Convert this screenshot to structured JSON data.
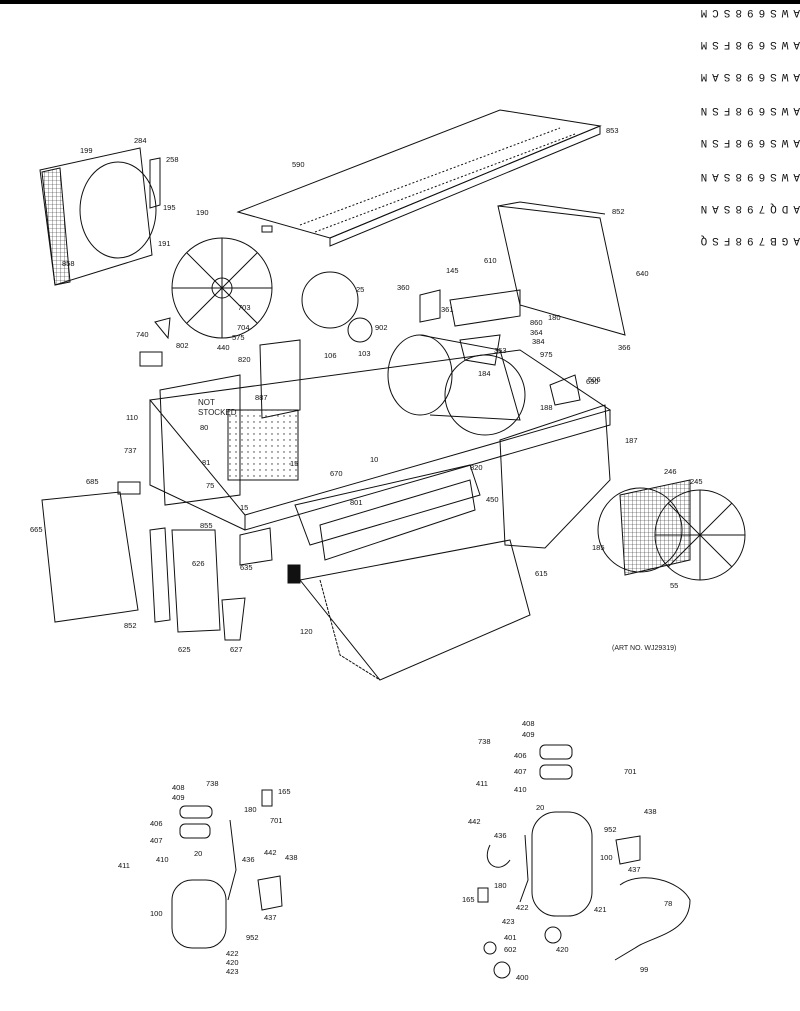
{
  "models": [
    "AWS698SCM",
    "AWS698FSM",
    "AWS698SAM",
    "AWS698FSN",
    "AWS698FSN",
    "AWS698SAN",
    "ADQ798SAN",
    "AGB798FSQ"
  ],
  "art_no": "(ART NO. WJ29319)",
  "note": [
    "NOT",
    "STOCKED"
  ],
  "callouts": {
    "c1": "853",
    "c2": "590",
    "c3": "284",
    "c4": "199",
    "c5": "258",
    "c6": "195",
    "c7": "858",
    "c8": "190",
    "c9": "191",
    "c10": "852",
    "c11": "610",
    "c12": "640",
    "c13": "145",
    "c14": "366",
    "c15": "25",
    "c16": "703",
    "c17": "704",
    "c18": "902",
    "c19": "360",
    "c20": "361",
    "c21": "860",
    "c22": "364",
    "c23": "384",
    "c24": "363",
    "c25": "975",
    "c26": "506",
    "c27": "630",
    "c28": "740",
    "c29": "802",
    "c30": "440",
    "c31": "575",
    "c32": "820",
    "c33": "106",
    "c34": "103",
    "c35": "184",
    "c36": "110",
    "c37": "80",
    "c38": "887",
    "c39": "75",
    "c40": "81",
    "c41": "187",
    "c42": "246",
    "c43": "245",
    "c44": "185",
    "c45": "737",
    "c46": "685",
    "c47": "665",
    "c48": "855",
    "c49": "801",
    "c50": "820",
    "c51": "450",
    "c52": "10",
    "c53": "670",
    "c54": "15",
    "c55": "15",
    "c56": "626",
    "c57": "615",
    "c58": "120",
    "c59": "852",
    "c60": "625",
    "c61": "627",
    "c62": "635",
    "c63": "55",
    "c64": "188",
    "c65": "180"
  },
  "compressor_left": {
    "labels": [
      "408",
      "409",
      "738",
      "165",
      "406",
      "407",
      "180",
      "442",
      "701",
      "410",
      "20",
      "436",
      "438",
      "411",
      "437",
      "100",
      "952",
      "422",
      "420",
      "423"
    ]
  },
  "compressor_right": {
    "labels": [
      "408",
      "409",
      "738",
      "406",
      "407",
      "410",
      "411",
      "20",
      "442",
      "436",
      "701",
      "438",
      "952",
      "100",
      "437",
      "180",
      "165",
      "422",
      "421",
      "423",
      "401",
      "602",
      "420",
      "400",
      "78",
      "99"
    ]
  }
}
